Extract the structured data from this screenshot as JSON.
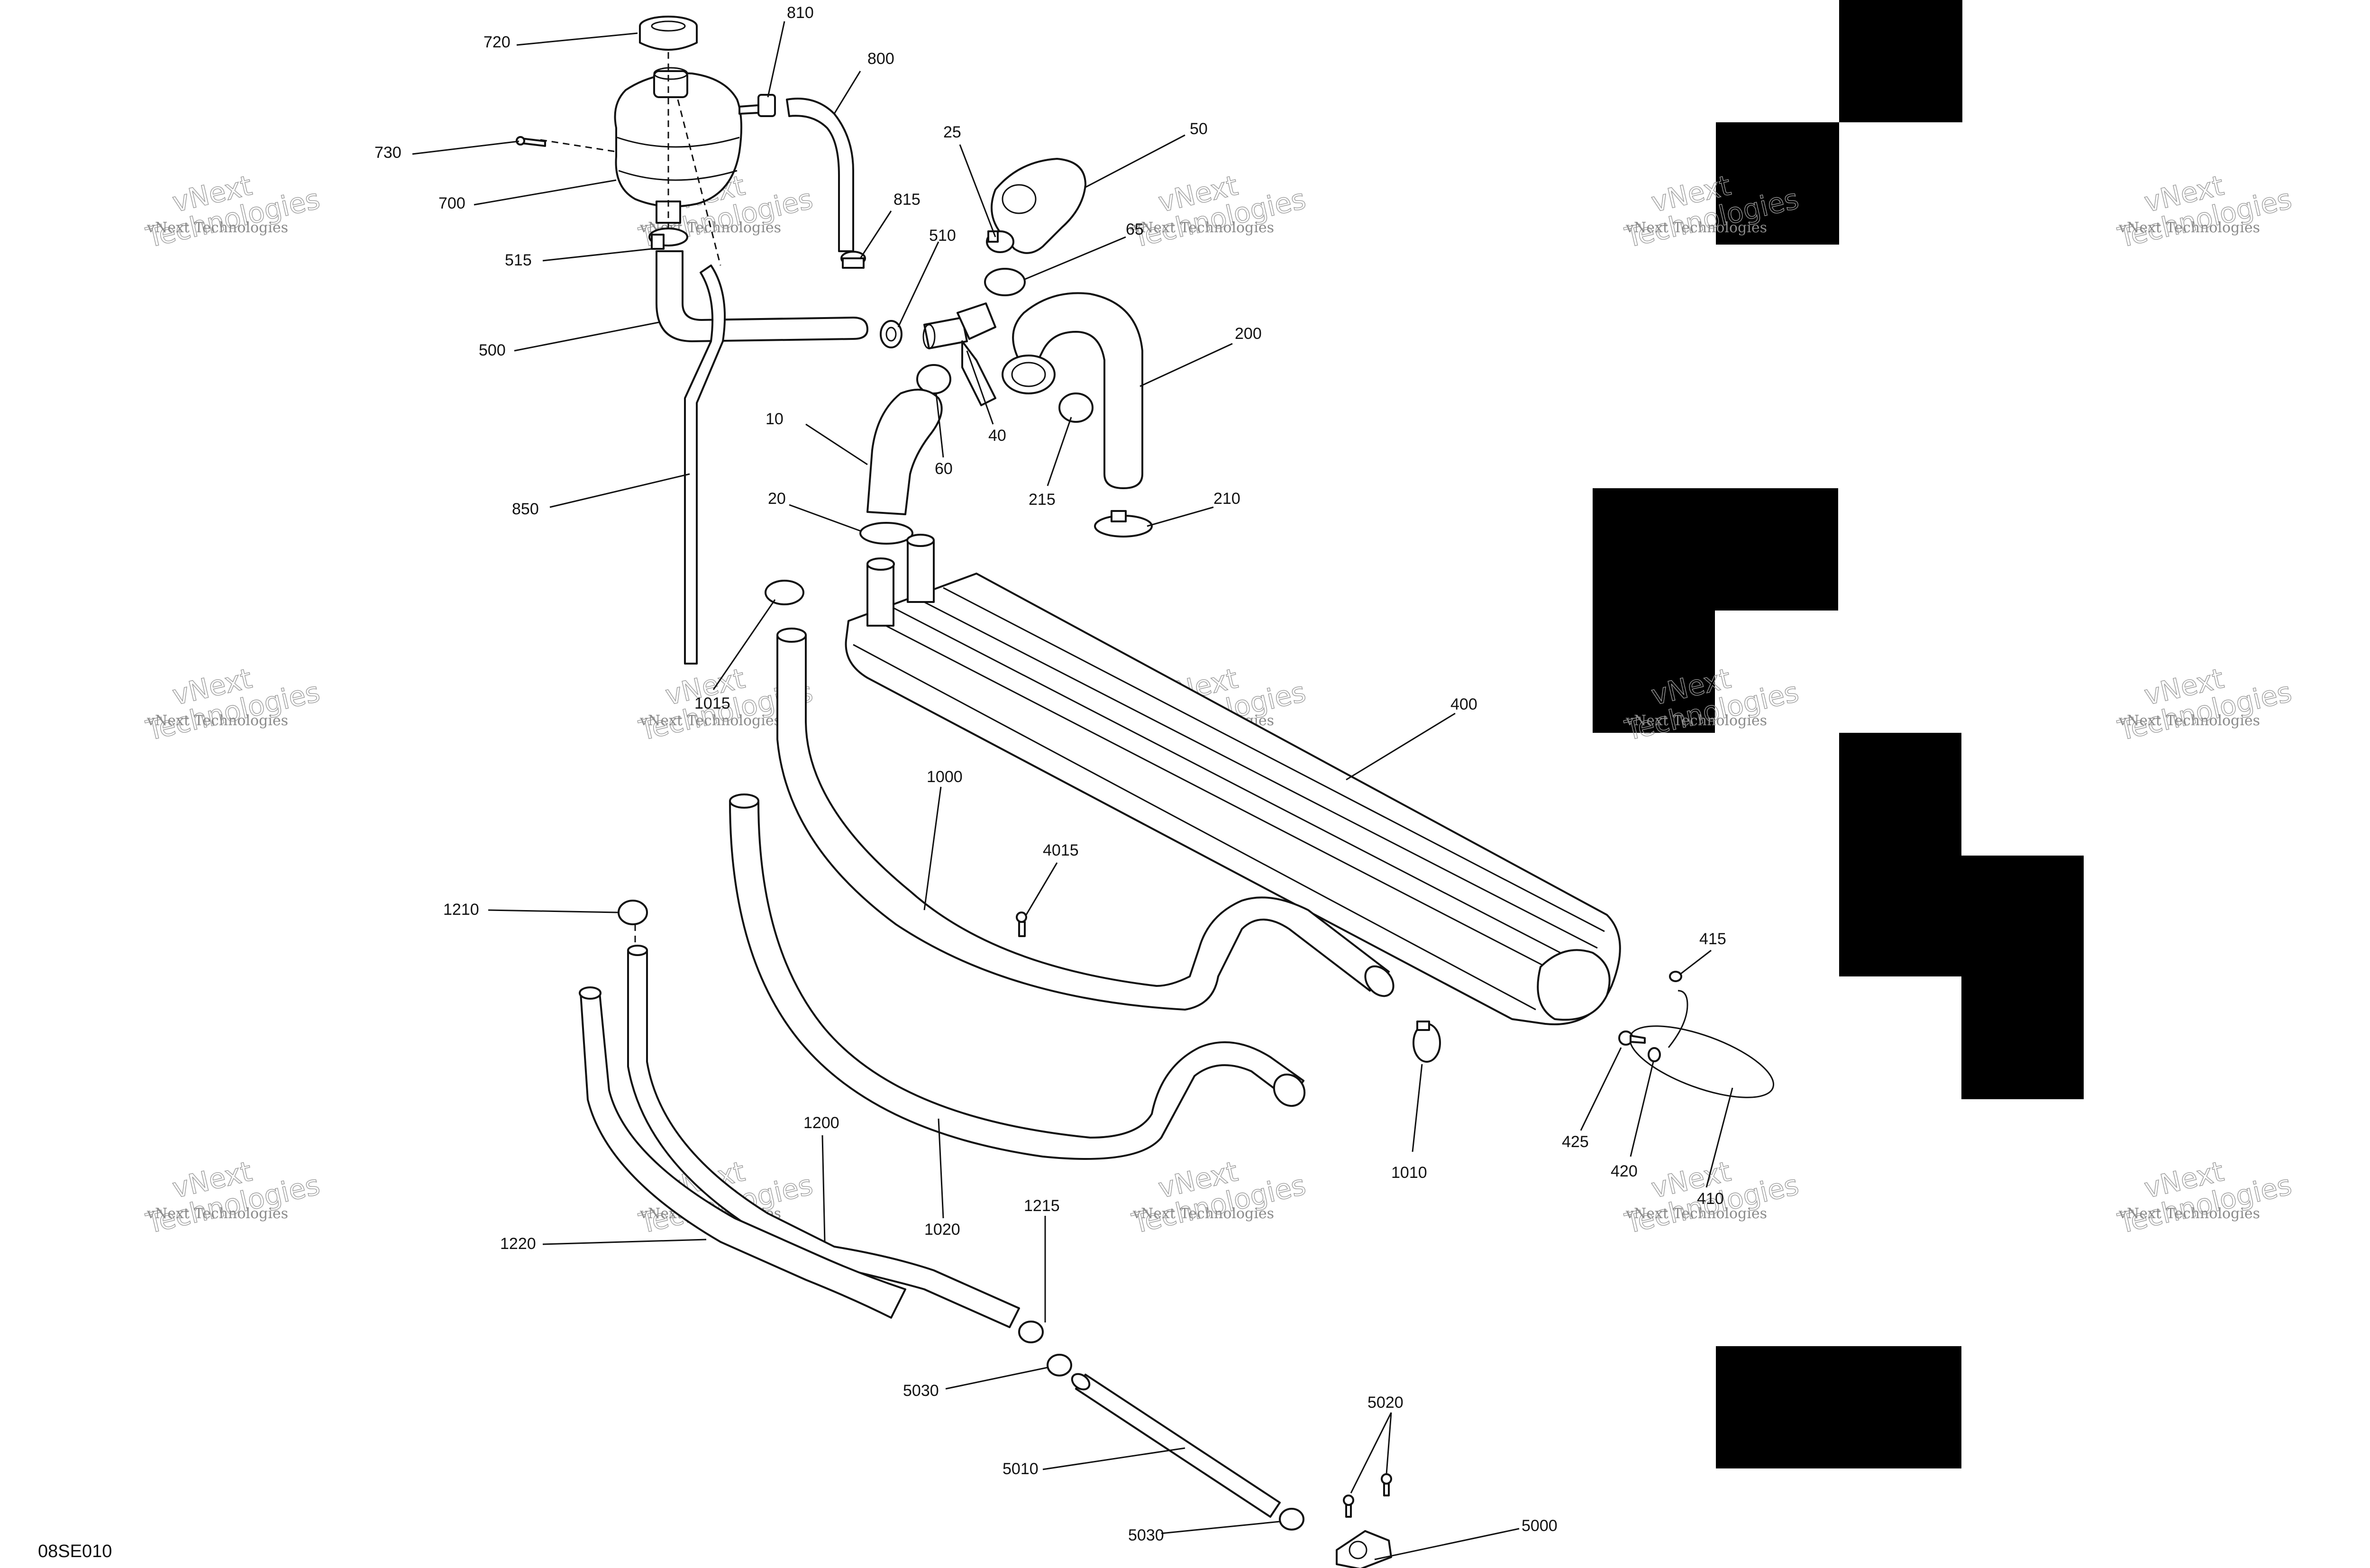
{
  "diagram_code": "08SE010",
  "watermark": {
    "line1": "vNext",
    "line2": "Technologies",
    "small": "vNext Technologies"
  },
  "callouts": [
    "720",
    "810",
    "800",
    "730",
    "700",
    "815",
    "515",
    "500",
    "850",
    "25",
    "50",
    "65",
    "510",
    "200",
    "40",
    "10",
    "60",
    "215",
    "210",
    "20",
    "1015",
    "400",
    "1000",
    "4015",
    "1210",
    "415",
    "1010",
    "425",
    "420",
    "410",
    "1200",
    "1020",
    "1215",
    "1220",
    "5030",
    "5010",
    "5020",
    "5000",
    "5030"
  ],
  "colors": {
    "ink": "#111111",
    "watermark": "#9a9a9a",
    "redaction": "#000000"
  }
}
